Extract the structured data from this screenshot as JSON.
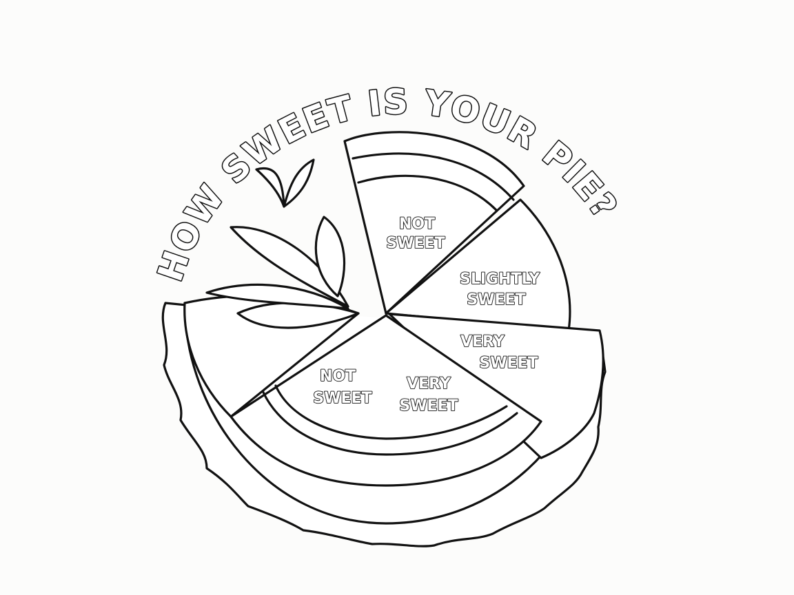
{
  "title": "HOW SWEET IS YOUR PIE?",
  "slice_labels": [
    {
      "line1": "NOT",
      "line2": "SWEET"
    },
    {
      "line1": "SLIGHTLY",
      "line2": "SWEET"
    },
    {
      "line1": "VERY",
      "line2": "SWEET"
    },
    {
      "line1": "VERY",
      "line2": "SWEET"
    },
    {
      "line1": "NOT",
      "line2": "SWEET"
    }
  ],
  "colors": {
    "ink": "#111111",
    "paper": "#fcfcfb",
    "letter_fill": "#ffffff"
  }
}
